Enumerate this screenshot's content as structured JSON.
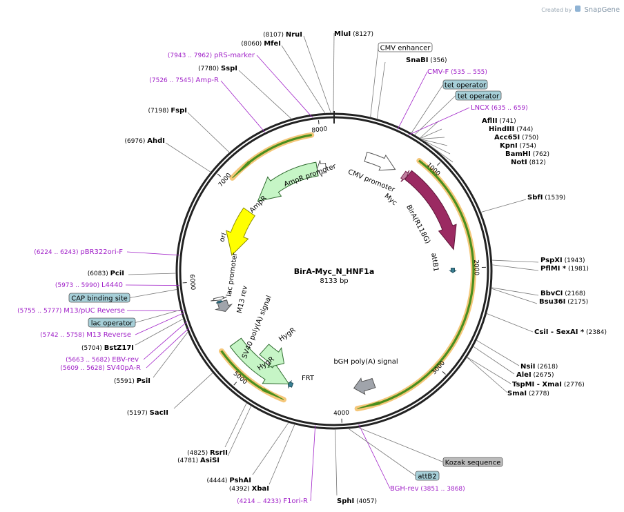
{
  "brand": {
    "created_by": "Created by",
    "product": "SnapGene",
    "icon": "snapgene-logo-icon"
  },
  "plasmid": {
    "name": "BirA-Myc_N_HNF1a",
    "length": "8133 bp",
    "total_bp": 8133
  },
  "colors": {
    "backbone": "#222222",
    "primer": "#a020c8",
    "birA": "#9b2a62",
    "amp": "#c6f5c6",
    "ori": "#ffff00",
    "orf_highlight": "#f5c77a",
    "orf_arrow": "#4a8f1e",
    "box_blue": "#a6cfd8",
    "box_gray": "#bbbbbb"
  },
  "ticks": [
    {
      "label": "1000",
      "bp": 1000
    },
    {
      "label": "2000",
      "bp": 2000
    },
    {
      "label": "3000",
      "bp": 3000
    },
    {
      "label": "4000",
      "bp": 4000
    },
    {
      "label": "5000",
      "bp": 5000
    },
    {
      "label": "6000",
      "bp": 6000
    },
    {
      "label": "7000",
      "bp": 7000
    },
    {
      "label": "8000",
      "bp": 8000
    }
  ],
  "sites": [
    {
      "name": "MluI",
      "pos": "(8127)",
      "bp": 8127
    },
    {
      "name": "SnaBI",
      "pos": "(356)",
      "bp": 356
    },
    {
      "name": "AflII",
      "pos": "(741)",
      "bp": 741
    },
    {
      "name": "HindIII",
      "pos": "(744)",
      "bp": 744
    },
    {
      "name": "Acc65I",
      "pos": "(750)",
      "bp": 750
    },
    {
      "name": "KpnI",
      "pos": "(754)",
      "bp": 754
    },
    {
      "name": "BamHI",
      "pos": "(762)",
      "bp": 762
    },
    {
      "name": "NotI",
      "pos": "(812)",
      "bp": 812
    },
    {
      "name": "SbfI",
      "pos": "(1539)",
      "bp": 1539
    },
    {
      "name": "PspXI",
      "pos": "(1943)",
      "bp": 1943
    },
    {
      "name": "PflMI *",
      "pos": "(1981)",
      "bp": 1981
    },
    {
      "name": "BbvCI",
      "pos": "(2168)",
      "bp": 2168
    },
    {
      "name": "Bsu36I",
      "pos": "(2175)",
      "bp": 2175
    },
    {
      "name": "CsiI",
      "extra": "- SexAI *",
      "pos": "(2384)",
      "bp": 2384
    },
    {
      "name": "NsiI",
      "pos": "(2618)",
      "bp": 2618
    },
    {
      "name": "AleI",
      "pos": "(2675)",
      "bp": 2675
    },
    {
      "name": "TspMI",
      "extra": "- XmaI",
      "pos": "(2776)",
      "bp": 2776
    },
    {
      "name": "SmaI",
      "pos": "(2778)",
      "bp": 2778
    },
    {
      "name": "SphI",
      "pos": "(4057)",
      "bp": 4057
    },
    {
      "name": "XbaI",
      "pos": "(4392)",
      "bp": 4392
    },
    {
      "name": "PshAI",
      "pos": "(4444)",
      "bp": 4444
    },
    {
      "name": "AsiSI",
      "pos": "(4781)",
      "bp": 4781
    },
    {
      "name": "RsrII",
      "pos": "(4825)",
      "bp": 4825
    },
    {
      "name": "SacII",
      "pos": "(5197)",
      "bp": 5197
    },
    {
      "name": "PsiI",
      "pos": "(5591)",
      "bp": 5591
    },
    {
      "name": "BstZ17I",
      "pos": "(5704)",
      "bp": 5704
    },
    {
      "name": "PciI",
      "pos": "(6083)",
      "bp": 6083
    },
    {
      "name": "AhdI",
      "pos": "(6976)",
      "bp": 6976
    },
    {
      "name": "FspI",
      "pos": "(7198)",
      "bp": 7198
    },
    {
      "name": "SspI",
      "pos": "(7780)",
      "bp": 7780
    },
    {
      "name": "MfeI",
      "pos": "(8060)",
      "bp": 8060
    },
    {
      "name": "NruI",
      "pos": "(8107)",
      "bp": 8107
    }
  ],
  "primers": [
    {
      "name": "CMV-F",
      "range": "(535 .. 555)",
      "bp": 545
    },
    {
      "name": "LNCX",
      "range": "(635 .. 659)",
      "bp": 647
    },
    {
      "name": "BGH-rev",
      "range": "(3851 .. 3868)",
      "bp": 3860
    },
    {
      "name": "F1ori-R",
      "range": "(4214 .. 4233)",
      "bp": 4224
    },
    {
      "name": "SV40pA-R",
      "range": "(5609 .. 5628)",
      "bp": 5618
    },
    {
      "name": "EBV-rev",
      "range": "(5663 .. 5682)",
      "bp": 5672
    },
    {
      "name": "M13 Reverse",
      "range": "(5742 .. 5758)",
      "bp": 5750
    },
    {
      "name": "M13/pUC Reverse",
      "range": "(5755 .. 5777)",
      "bp": 5766
    },
    {
      "name": "L4440",
      "range": "(5973 .. 5990)",
      "bp": 5981
    },
    {
      "name": "pBR322ori-F",
      "range": "(6224 .. 6243)",
      "bp": 6233
    },
    {
      "name": "Amp-R",
      "range": "(7526 .. 7545)",
      "bp": 7535
    },
    {
      "name": "pRS-marker",
      "range": "(7943 .. 7962)",
      "bp": 7952
    }
  ],
  "boxed": [
    {
      "name": "CMV enhancer",
      "style": "white",
      "bp": 300
    },
    {
      "name": "tet operator",
      "style": "blue",
      "bp": 660
    },
    {
      "name": "tet operator",
      "style": "blue",
      "bp": 690
    },
    {
      "name": "Kozak sequence",
      "style": "gray",
      "bp": 3870
    },
    {
      "name": "attB2",
      "style": "blue",
      "bp": 3950
    },
    {
      "name": "CAP binding site",
      "style": "blue",
      "bp": 5950
    },
    {
      "name": "lac operator",
      "style": "blue",
      "bp": 5780
    }
  ],
  "features": [
    {
      "label": "CMV promoter",
      "kind": "promoter",
      "start": 350,
      "end": 700,
      "dir": 1
    },
    {
      "label": "Myc",
      "kind": "tag",
      "start": 805,
      "end": 850,
      "dir": 1
    },
    {
      "label": "BirA(R118G)",
      "kind": "cds",
      "start": 850,
      "end": 1800,
      "dir": 1
    },
    {
      "label": "attB1",
      "kind": "att",
      "start": 2000,
      "end": 2050,
      "dir": 1
    },
    {
      "label": "bGH poly(A) signal",
      "kind": "polyA",
      "start": 3625,
      "end": 3850,
      "dir": 1
    },
    {
      "label": "FRT",
      "kind": "frt",
      "start": 4520,
      "end": 4570,
      "dir": 1
    },
    {
      "label": "HygR",
      "kind": "resistance",
      "start": 4560,
      "end": 5290,
      "dir": -1
    },
    {
      "label": "HygR",
      "kind": "resistance",
      "start": 4710,
      "end": 5010,
      "dir": -1
    },
    {
      "label": "SV40 poly(A) signal",
      "kind": "polyA",
      "start": 5640,
      "end": 5760,
      "dir": -1
    },
    {
      "label": "M13 rev",
      "kind": "small",
      "start": 5750,
      "end": 5770,
      "dir": -1
    },
    {
      "label": "lac promoter",
      "kind": "promoter",
      "start": 5780,
      "end": 5810,
      "dir": -1
    },
    {
      "label": "ori",
      "kind": "ori",
      "start": 6300,
      "end": 6890,
      "dir": -1
    },
    {
      "label": "AmpR",
      "kind": "resistance",
      "start": 7060,
      "end": 7920,
      "dir": -1
    },
    {
      "label": "AmpR promoter",
      "kind": "promoter",
      "start": 7920,
      "end": 8030,
      "dir": -1
    }
  ],
  "orfs": [
    {
      "start": 850,
      "end": 3850,
      "dir": 1
    },
    {
      "start": 4550,
      "end": 5300,
      "dir": -1
    },
    {
      "start": 7060,
      "end": 7920,
      "dir": -1
    }
  ]
}
